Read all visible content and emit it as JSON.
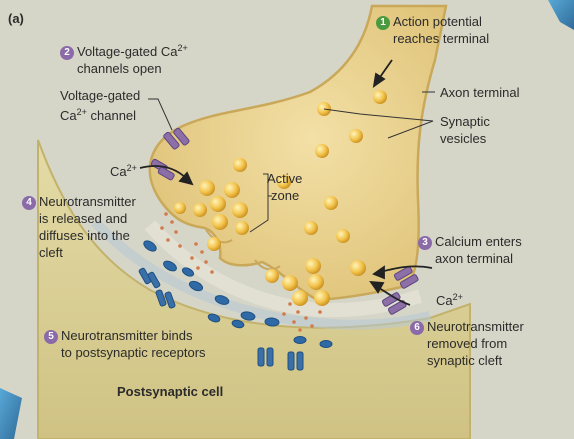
{
  "panel_letter": "(a)",
  "steps": [
    {
      "n": "1",
      "line1": "Action potential",
      "line2": "reaches terminal"
    },
    {
      "n": "2",
      "line1_pre": "Voltage-gated Ca",
      "line1_sup": "2+",
      "line2": "channels open"
    },
    {
      "n": "3",
      "line1": "Calcium enters",
      "line2": "axon terminal"
    },
    {
      "n": "4",
      "line1": "Neurotransmitter",
      "line2": "is released and",
      "line3": "diffuses into the",
      "line4": "cleft"
    },
    {
      "n": "5",
      "line1": "Neurotransmitter binds",
      "line2": "to postsynaptic receptors"
    },
    {
      "n": "6",
      "line1": "Neurotransmitter",
      "line2": "removed from",
      "line3": "synaptic cleft"
    }
  ],
  "labels": {
    "vg_channel_line1": "Voltage-gated",
    "vg_channel_line2_pre": "Ca",
    "vg_channel_line2_sup": "2+",
    "vg_channel_line2_post": " channel",
    "ca_left_pre": "Ca",
    "ca_left_sup": "2+",
    "ca_right_pre": "Ca",
    "ca_right_sup": "2+",
    "active_zone_line1": "Active",
    "active_zone_line2": "zone",
    "axon_terminal": "Axon terminal",
    "synaptic_vesicles_line1": "Synaptic",
    "synaptic_vesicles_line2": "vesicles",
    "postsynaptic_cell": "Postsynaptic cell"
  },
  "colors": {
    "terminal": "#e8cf8a",
    "terminal_edge": "#c9a85a",
    "postsynaptic": "#ddd39a",
    "vesicle": "#f2c24a",
    "channel": "#8b6fa6",
    "receptor": "#2f5f9a",
    "step_green": "#4c9a3f",
    "step_purple": "#8a6aa8"
  }
}
